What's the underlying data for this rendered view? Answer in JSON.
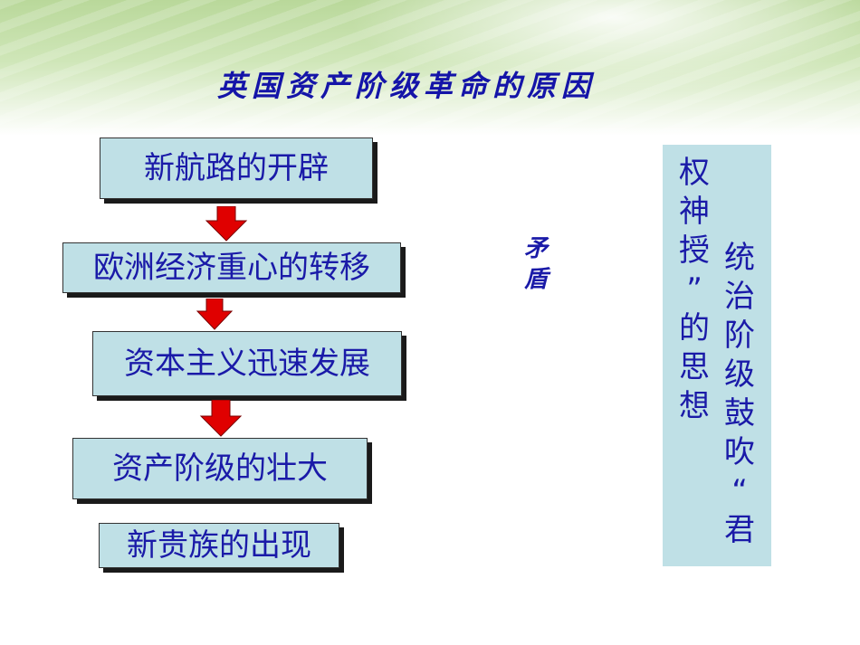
{
  "title": "英国资产阶级革命的原因",
  "flow": {
    "step1": "新航路的开辟",
    "step2": "欧洲经济重心的转移",
    "step3": "资本主义迅速发展",
    "step4": "资产阶级的壮大",
    "step5": "新贵族的出现"
  },
  "side_label": [
    "矛",
    "盾"
  ],
  "vertical_text": {
    "left_column": [
      "权",
      "神",
      "授",
      "”",
      "的",
      "思",
      "想"
    ],
    "right_column": [
      "统",
      "治",
      "阶",
      "级",
      "鼓",
      "吹",
      "“",
      "君"
    ]
  },
  "colors": {
    "text": "#1a1aa8",
    "box_fill": "#bfe0e6",
    "arrow": "#e00000"
  }
}
